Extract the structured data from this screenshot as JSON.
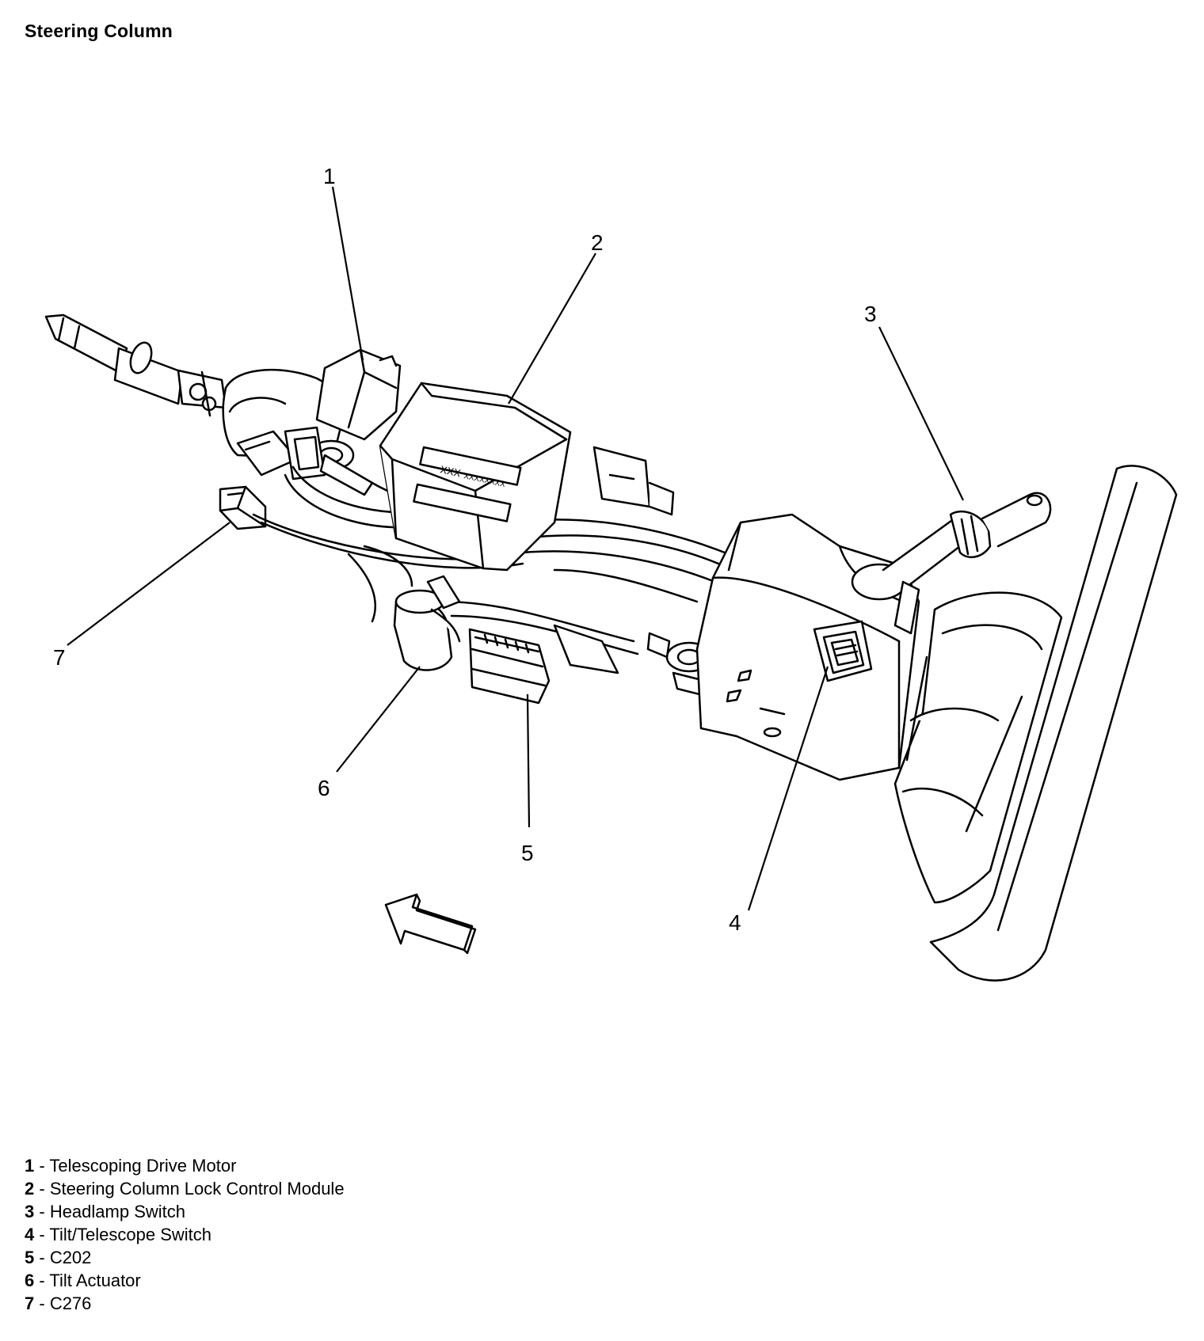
{
  "title": "Steering Column",
  "callouts": [
    "1",
    "2",
    "3",
    "4",
    "5",
    "6",
    "7"
  ],
  "legend": [
    {
      "num": "1",
      "sep": " - ",
      "label": "Telescoping Drive Motor"
    },
    {
      "num": "2",
      "sep": " - ",
      "label": "Steering Column Lock Control Module"
    },
    {
      "num": "3",
      "sep": " - ",
      "label": "Headlamp Switch"
    },
    {
      "num": "4",
      "sep": " - ",
      "label": "Tilt/Telescope Switch"
    },
    {
      "num": "5",
      "sep": " - ",
      "label": "C202"
    },
    {
      "num": "6",
      "sep": " - ",
      "label": "Tilt Actuator"
    },
    {
      "num": "7",
      "sep": " - ",
      "label": "C276"
    }
  ],
  "module_label": "XXX",
  "module_code": "XXXXXXXX"
}
